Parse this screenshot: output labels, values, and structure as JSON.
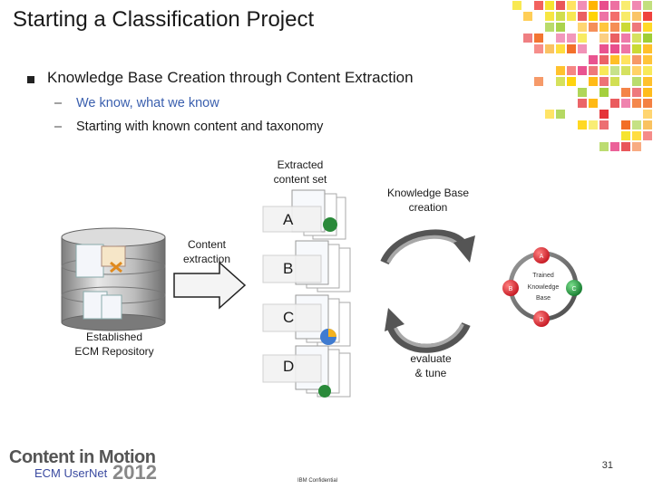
{
  "slide": {
    "title": "Starting a Classification Project",
    "bullet": "Knowledge Base Creation through Content Extraction",
    "subbullets": [
      {
        "dash": "–",
        "text": "We know, what we know",
        "color": "#3a5fae"
      },
      {
        "dash": "–",
        "text": "Starting with known content and taxonomy",
        "color": "#1a1a1a"
      }
    ],
    "page_number": "31",
    "confidential": "IBM Confidential"
  },
  "diagram": {
    "repo_label": [
      "Established",
      "ECM Repository"
    ],
    "extraction_label": [
      "Content",
      "extraction"
    ],
    "content_set_label": [
      "Extracted",
      "content set"
    ],
    "kb_label": [
      "Knowledge Base",
      "creation"
    ],
    "evaluate_label": [
      "evaluate",
      "& tune"
    ],
    "sets": [
      "A",
      "B",
      "C",
      "D"
    ],
    "trained_kb": {
      "center": [
        "Trained",
        "Knowledge",
        "Base"
      ],
      "nodes": [
        "A",
        "B",
        "C",
        "D"
      ],
      "colors": {
        "A": "#d81e2a",
        "B": "#d81e2a",
        "C": "#1e9a3c",
        "D": "#d81e2a"
      }
    }
  },
  "logo": {
    "line1": "Content in Motion",
    "line2": "ECM UserNet",
    "year": "2012"
  }
}
